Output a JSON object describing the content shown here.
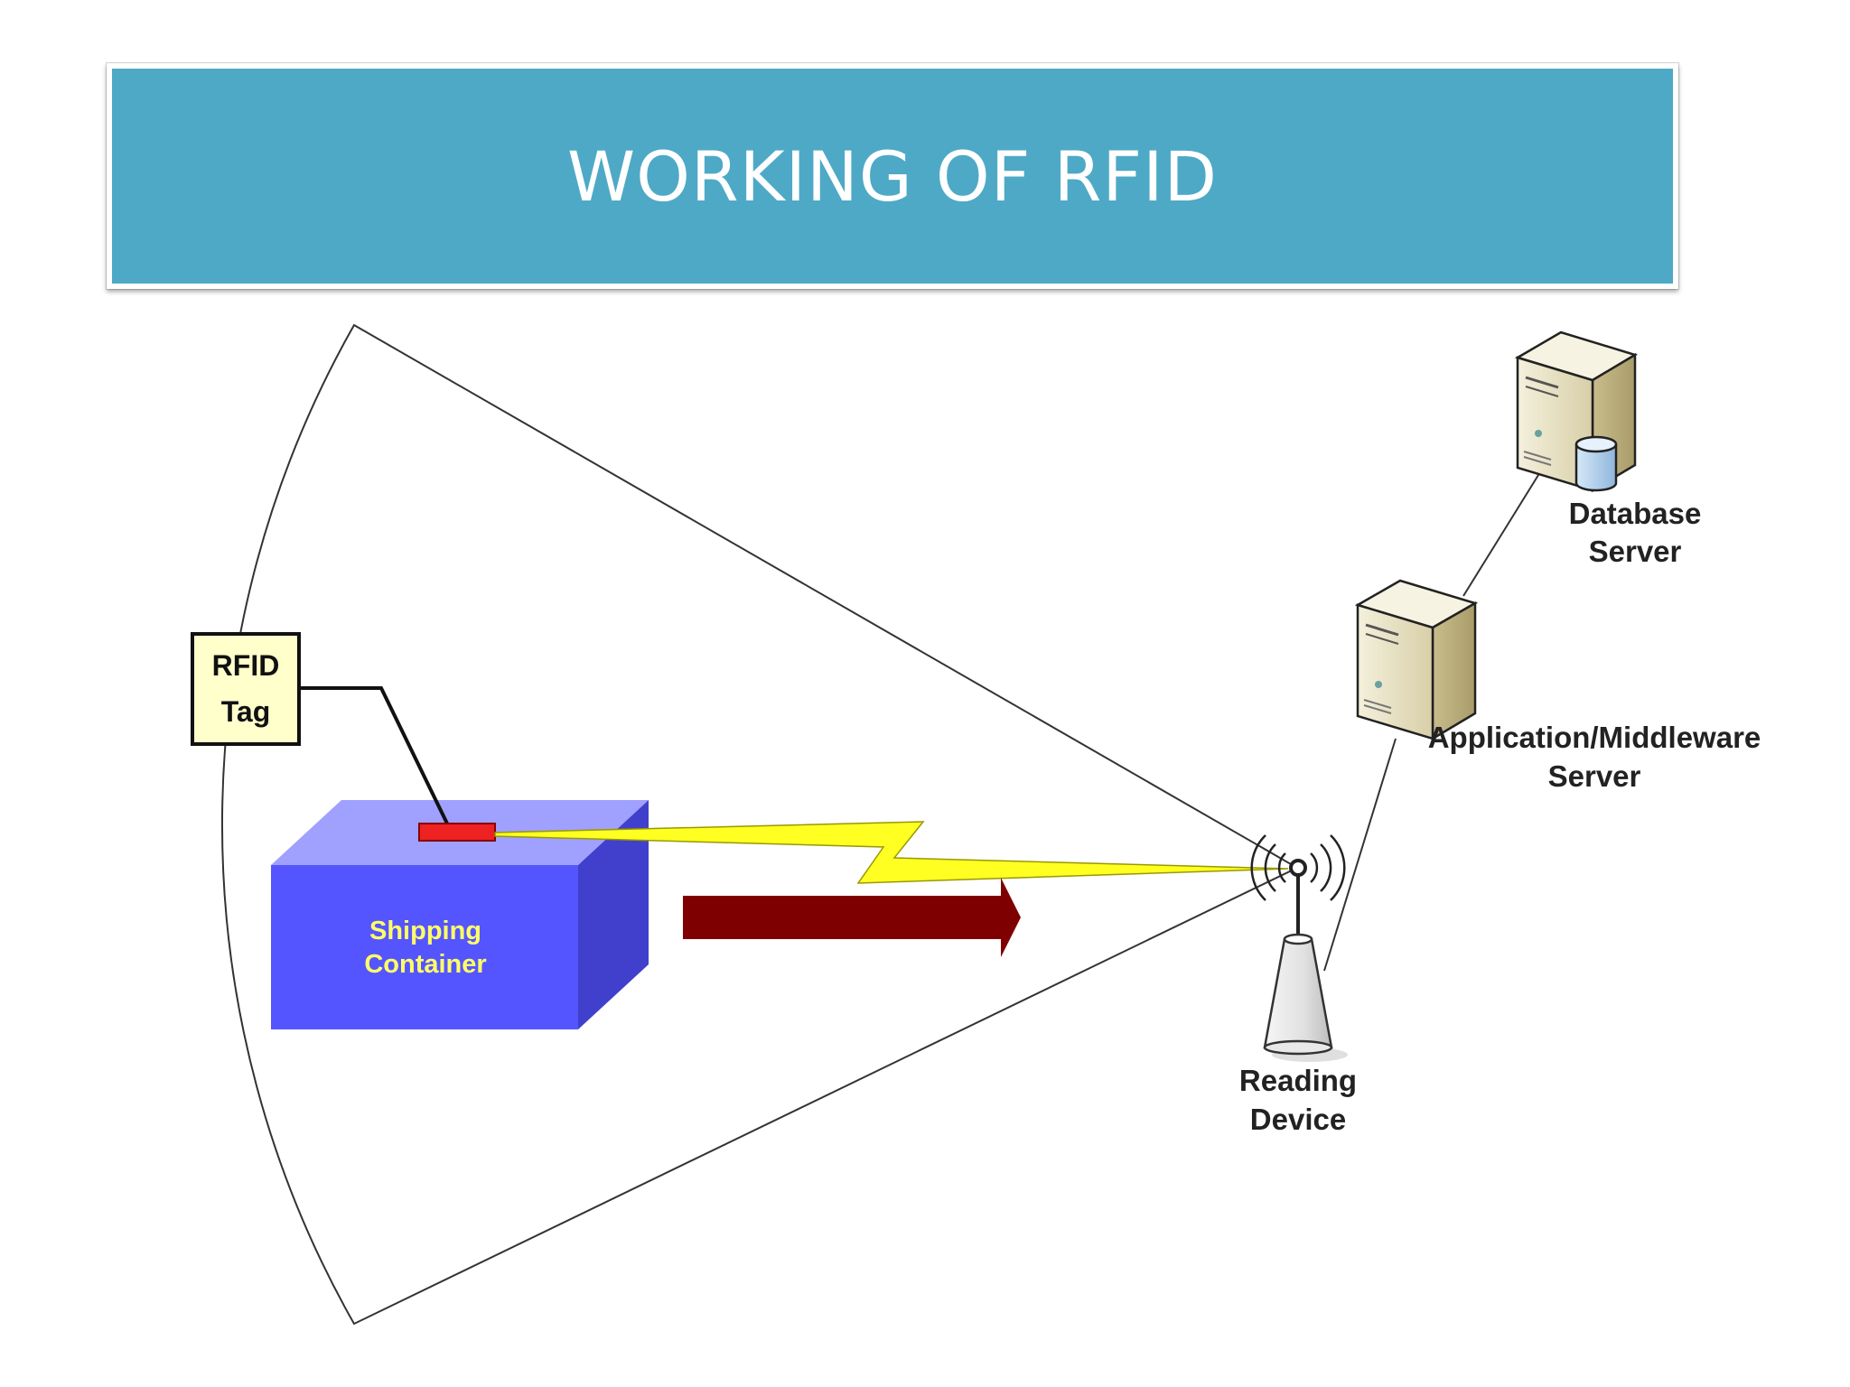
{
  "title": "WORKING OF RFID",
  "labels": {
    "rfid_tag_line1": "RFID",
    "rfid_tag_line2": "Tag",
    "container_line1": "Shipping",
    "container_line2": "Container",
    "reader_line1": "Reading",
    "reader_line2": "Device",
    "app_server_line1": "Application/Middleware",
    "app_server_line2": "Server",
    "db_server_line1": "Database",
    "db_server_line2": "Server"
  },
  "colors": {
    "title_bar": "#4ea9c6",
    "container_front": "#5555ff",
    "container_top": "#a0a0ff",
    "container_side": "#4040cc",
    "container_text": "#ffff66",
    "tag_chip": "#ee2222",
    "tag_box_fill": "#ffffcc",
    "lightning": "#ffff22",
    "movement_arrow": "#7f0000"
  }
}
